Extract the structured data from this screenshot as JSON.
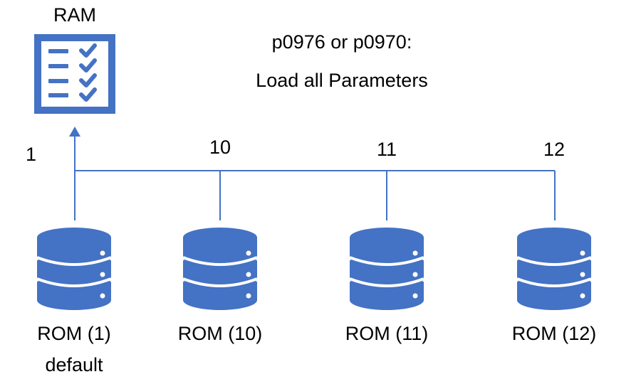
{
  "colors": {
    "accent": "#4472C4",
    "text": "#000000",
    "background": "#FFFFFF"
  },
  "ram": {
    "label": "RAM",
    "icon": "checklist-icon"
  },
  "command": {
    "line1": "p0976 or p0970:",
    "line2": "Load all Parameters"
  },
  "branch_values": {
    "ram": "1",
    "rom10": "10",
    "rom11": "11",
    "rom12": "12"
  },
  "roms": [
    {
      "label": "ROM (1)",
      "sublabel": "default",
      "icon": "database-icon"
    },
    {
      "label": "ROM (10)",
      "icon": "database-icon"
    },
    {
      "label": "ROM (11)",
      "icon": "database-icon"
    },
    {
      "label": "ROM (12)",
      "icon": "database-icon"
    }
  ]
}
